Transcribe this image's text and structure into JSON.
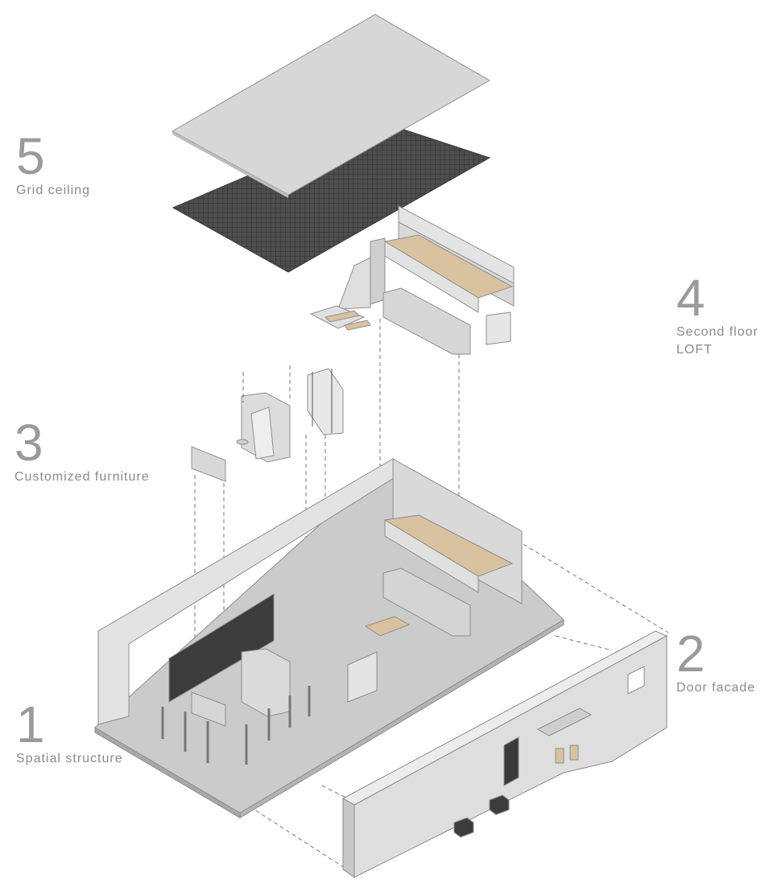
{
  "layers": [
    {
      "id": "5",
      "number": "5",
      "caption": "Grid ceiling"
    },
    {
      "id": "4",
      "number": "4",
      "caption": "Second floor\nLOFT"
    },
    {
      "id": "3",
      "number": "3",
      "caption": "Customized furniture"
    },
    {
      "id": "2",
      "number": "2",
      "caption": "Door facade"
    },
    {
      "id": "1",
      "number": "1",
      "caption": "Spatial structure"
    }
  ],
  "colors": {
    "background": "#ffffff",
    "wall_light": "#e6e6e6",
    "wall_mid": "#d2d2d2",
    "wall_dark": "#b9b9b9",
    "floor": "#c9c9c9",
    "grid_ceiling": "#4a4a4a",
    "wood": "#d9c2a0",
    "label": "#8a8a8a"
  }
}
